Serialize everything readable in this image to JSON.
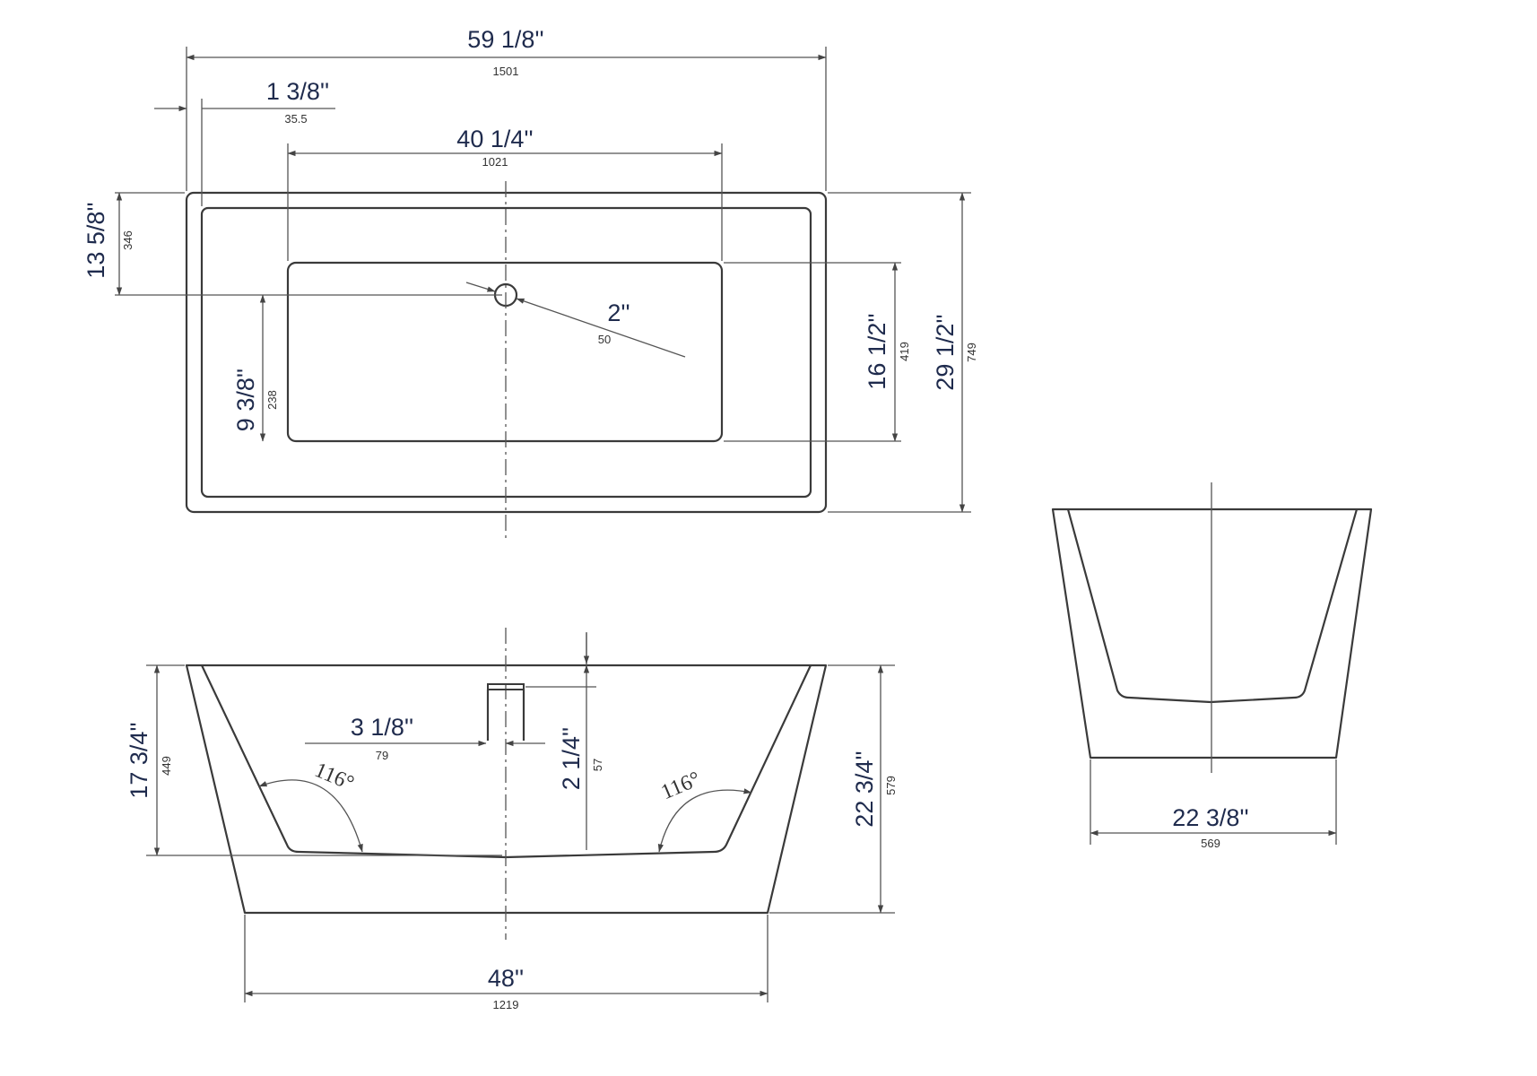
{
  "dimensions": {
    "overall_length": {
      "imperial": "59 1/8''",
      "metric": "1501"
    },
    "rim_width": {
      "imperial": "1 3/8''",
      "metric": "35.5"
    },
    "inner_length": {
      "imperial": "40 1/4''",
      "metric": "1021"
    },
    "drain_offset": {
      "imperial": "13 5/8''",
      "metric": "346"
    },
    "drain_diameter": {
      "imperial": "2''",
      "metric": "50"
    },
    "drain_to_inner_edge": {
      "imperial": "9 3/8''",
      "metric": "238"
    },
    "inner_width": {
      "imperial": "16 1/2''",
      "metric": "419"
    },
    "overall_width": {
      "imperial": "29 1/2''",
      "metric": "749"
    },
    "interior_depth": {
      "imperial": "17 3/4''",
      "metric": "449"
    },
    "overflow_offset": {
      "imperial": "3 1/8''",
      "metric": "79"
    },
    "overflow_height": {
      "imperial": "2 1/4''",
      "metric": "57"
    },
    "overall_height": {
      "imperial": "22 3/4''",
      "metric": "579"
    },
    "base_length": {
      "imperial": "48''",
      "metric": "1219"
    },
    "base_width": {
      "imperial": "22 3/8''",
      "metric": "569"
    }
  },
  "angles": {
    "left": "116°",
    "right": "116°"
  }
}
